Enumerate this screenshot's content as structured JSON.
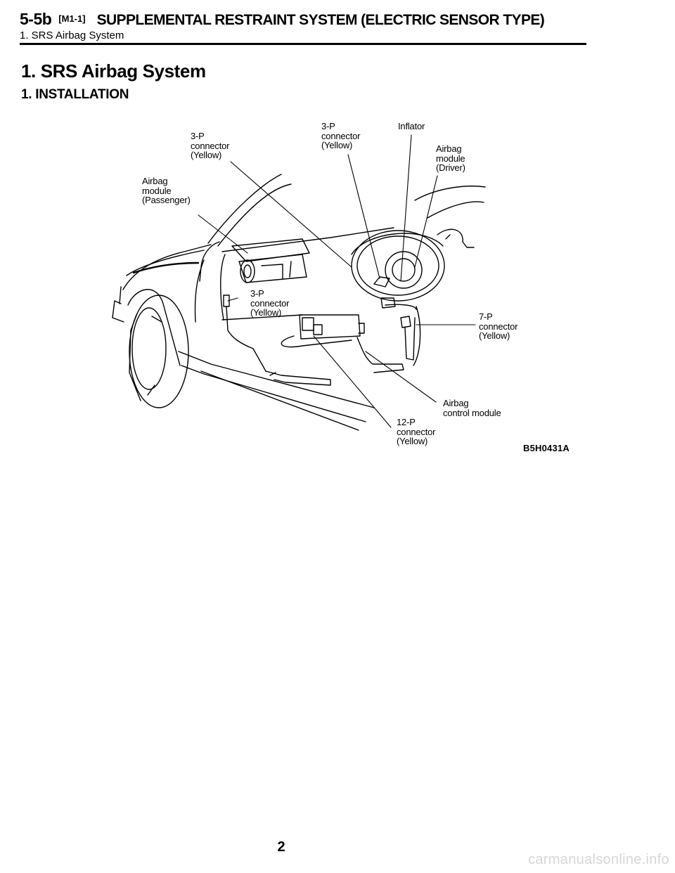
{
  "header": {
    "section_code": "5-5b",
    "manual_code": "[M1-1]",
    "chapter_title": "SUPPLEMENTAL RESTRAINT SYSTEM (ELECTRIC SENSOR TYPE)",
    "subsection": "1. SRS Airbag System"
  },
  "section_title": "1. SRS Airbag System",
  "subsection_title": "1. INSTALLATION",
  "figure": {
    "labels": {
      "connector_3p_top_left": "3-P\nconnector\n(Yellow)",
      "connector_3p_top_mid": "3-P\nconnector\n(Yellow)",
      "inflator": "Inflator",
      "airbag_module_driver": "Airbag\nmodule\n(Driver)",
      "airbag_module_passenger": "Airbag\nmodule\n(Passenger)",
      "connector_3p_center": "3-P\nconnector\n(Yellow)",
      "connector_7p": "7-P\nconnector\n(Yellow)",
      "airbag_control_module": "Airbag\ncontrol module",
      "connector_12p": "12-P\nconnector\n(Yellow)"
    },
    "figure_id": "B5H0431A"
  },
  "page_number": "2",
  "watermark": "carmanualsonline.info"
}
